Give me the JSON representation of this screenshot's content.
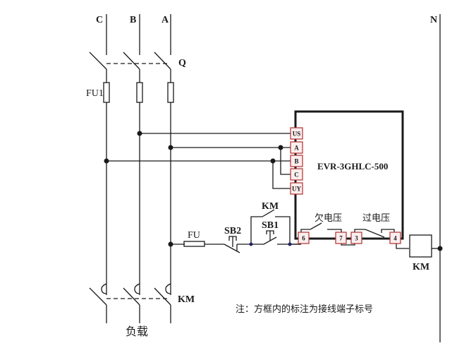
{
  "diagram": {
    "type": "wiring-schematic",
    "phases": {
      "c": "C",
      "b": "B",
      "a": "A",
      "neutral": "N"
    },
    "breaker_label": "Q",
    "fuse_main_label": "FU1",
    "fuse_control_label": "FU",
    "contactor_label": "KM",
    "contactor_coil_label": "KM",
    "contactor_aux_label": "KM",
    "stop_button_label": "SB2",
    "start_button_label": "SB1",
    "relay_model": "EVR-3GHLC-500",
    "relay_terminals_left": [
      "US",
      "A",
      "B",
      "C",
      "UY"
    ],
    "relay_terminals_bottom": [
      "6",
      "7",
      "3",
      "4"
    ],
    "undervoltage_label": "欠电压",
    "overvoltage_label": "过电压",
    "load_label": "负载",
    "note": "注：方框内的标注为接线端子标号",
    "colors": {
      "line": "#1a1a1a",
      "terminal_border": "#b03030",
      "terminal_fill": "#fbeeee"
    }
  }
}
